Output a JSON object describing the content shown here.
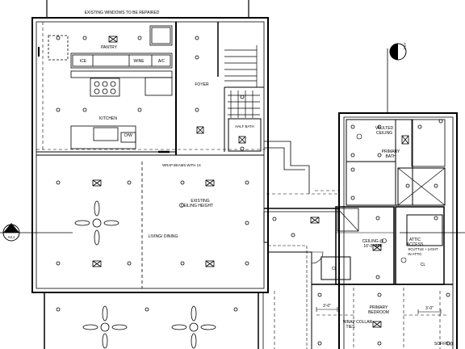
{
  "labels": {
    "windows_note": "EXISTING WINDOWS TO BE REPAIRED",
    "pantry": "PANTRY",
    "ice": "ICE",
    "wine": "WINE",
    "ac": "A/C",
    "foyer": "FOYER",
    "kitchen": "KITCHEN",
    "dw": "D/W",
    "half_bath": "HALF BATH",
    "wrap_beams": "WRAP BEAMS WITH 1X",
    "existing_ceiling_1": "EXISTING",
    "existing_ceiling_2": "CEILING HEIGHT",
    "living_dining": "LIVING/ DINING",
    "vaulted_1": "VAULTED",
    "vaulted_2": "CEILING",
    "primary_bath_1": "PRIMARY",
    "primary_bath_2": "BATH",
    "ceiling_aff_1": "CEILING @",
    "ceiling_aff_2": "10'-0\" AFF",
    "attic_1": "ATTIC",
    "attic_2": "ACCESS",
    "attic_3": "SCUTTLE + LIGHT",
    "attic_4": "IN ATTIC",
    "cl_1": "CL",
    "cl_2": "CL",
    "primary_bedroom_1": "PRIMARY",
    "primary_bedroom_2": "BEDROOM",
    "wrap_collar_1": "WRAP COLLAR",
    "wrap_collar_2": "TIES",
    "dim_left": "3'-0\"",
    "dim_right": "3'-0\"",
    "soffit": "SOFFIT @",
    "section_tag_left": "A3.1",
    "section_tag_top": "A3.1",
    "section_tag_top_num": "1"
  }
}
